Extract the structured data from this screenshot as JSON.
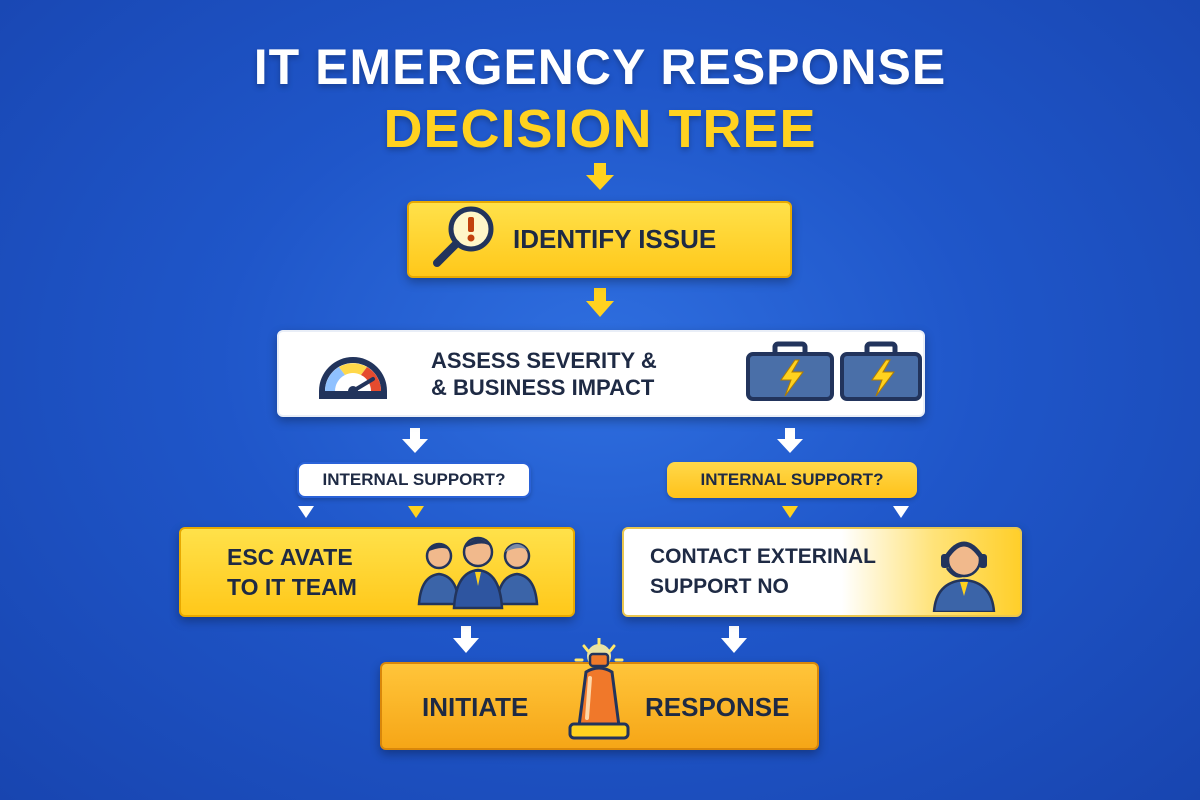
{
  "title": {
    "line1": "IT EMERGENCY RESPONSE",
    "line2": "DECISION TREE"
  },
  "colors": {
    "background": "#1f56c9",
    "accent_yellow": "#ffd21f",
    "box_orange": "#f6a617",
    "text_dark": "#1e2a44"
  },
  "nodes": {
    "identify": {
      "label": "IDENTIFY ISSUE",
      "icon": "magnifier-warning-icon"
    },
    "assess": {
      "line1": "ASSESS SEVERITY &",
      "line2": "& BUSINESS IMPACT",
      "icons": [
        "gauge-icon",
        "briefcase-lightning-icon",
        "briefcase-lightning-icon"
      ]
    },
    "decision_left": {
      "label": "INTERNAL SUPPORT?"
    },
    "decision_right": {
      "label": "INTERNAL SUPPORT?"
    },
    "escalate": {
      "line1": "ESC AVATE",
      "line2": "TO IT TEAM",
      "icon": "team-people-icon"
    },
    "contact": {
      "line1": "CONTACT EXTERINAL",
      "line2": "SUPPORT NO",
      "icon": "headset-agent-icon"
    },
    "initiate": {
      "left": "INITIATE",
      "right": "RESPONSE",
      "icon": "alarm-bell-icon"
    }
  }
}
